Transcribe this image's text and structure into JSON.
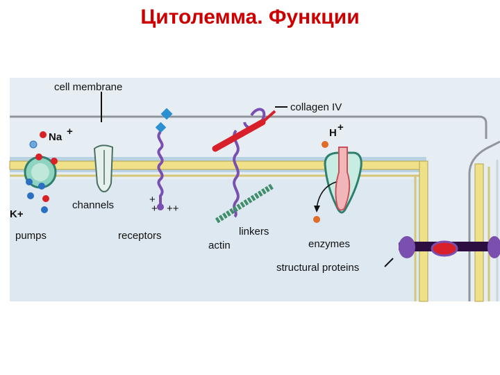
{
  "title": "Цитолемма. Функции",
  "labels": {
    "cell_membrane": "cell membrane",
    "collagen": "collagen IV",
    "na": "Na",
    "plus": "+",
    "k": "K+",
    "h": "H",
    "pumps": "pumps",
    "channels": "channels",
    "receptors": "receptors",
    "actin": "actin",
    "linkers": "linkers",
    "enzymes": "enzymes",
    "structural": "structural proteins"
  },
  "colors": {
    "title": "#cc0000",
    "membrane_yellow": "#efe08a",
    "membrane_blue": "#cfe3ee",
    "protein_purple": "#7a4fb0",
    "collagen_red": "#d8202a",
    "actin_green": "#3f8f6a",
    "ion_blue": "#2b6fc2",
    "ion_red": "#d82027",
    "h_orange": "#e06a28"
  }
}
